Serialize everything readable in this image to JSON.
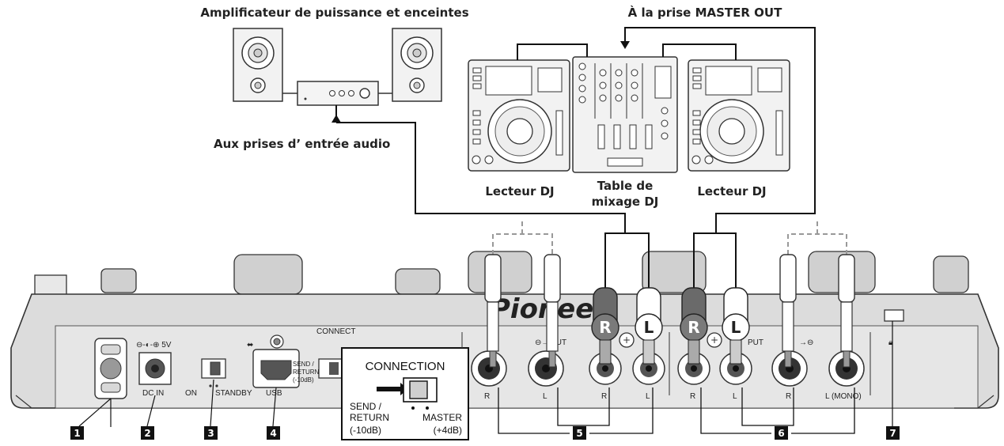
{
  "captions": {
    "amplifier": "Amplificateur de puissance et enceintes",
    "master_out": "À la prise MASTER OUT",
    "audio_input": "Aux prises d’ entrée audio",
    "dj_player_left": "Lecteur DJ",
    "mixer_line1": "Table de",
    "mixer_line2": "mixage DJ",
    "dj_player_right": "Lecteur DJ"
  },
  "panel": {
    "brand": "Pioneer",
    "dc_symbol": "⊖-◐-⊕ 5V",
    "dc_in": "DC IN",
    "on": "ON",
    "standby": "STANDBY",
    "usb": "USB",
    "connection_small": "CONNECT",
    "send_return_small": "SEND /",
    "return_small": "RETURN",
    "minus10_small": "(-10dB)",
    "out_label": "OUT",
    "in_label": "PUT",
    "r_label_1": "R",
    "l_label_1": "L",
    "r_label_2": "R",
    "l_label_2": "L",
    "r_label_3": "R",
    "l_label_3": "L",
    "r_label_4": "R",
    "l_mono": "L (MONO)",
    "plug_r": "R",
    "plug_l": "L"
  },
  "inset": {
    "title": "CONNECTION",
    "send": "SEND /",
    "return": "RETURN",
    "minus10": "(-10dB)",
    "master": "MASTER",
    "plus4": "(+4dB)"
  },
  "numbers": [
    "1",
    "2",
    "3",
    "4",
    "5",
    "6",
    "7"
  ]
}
